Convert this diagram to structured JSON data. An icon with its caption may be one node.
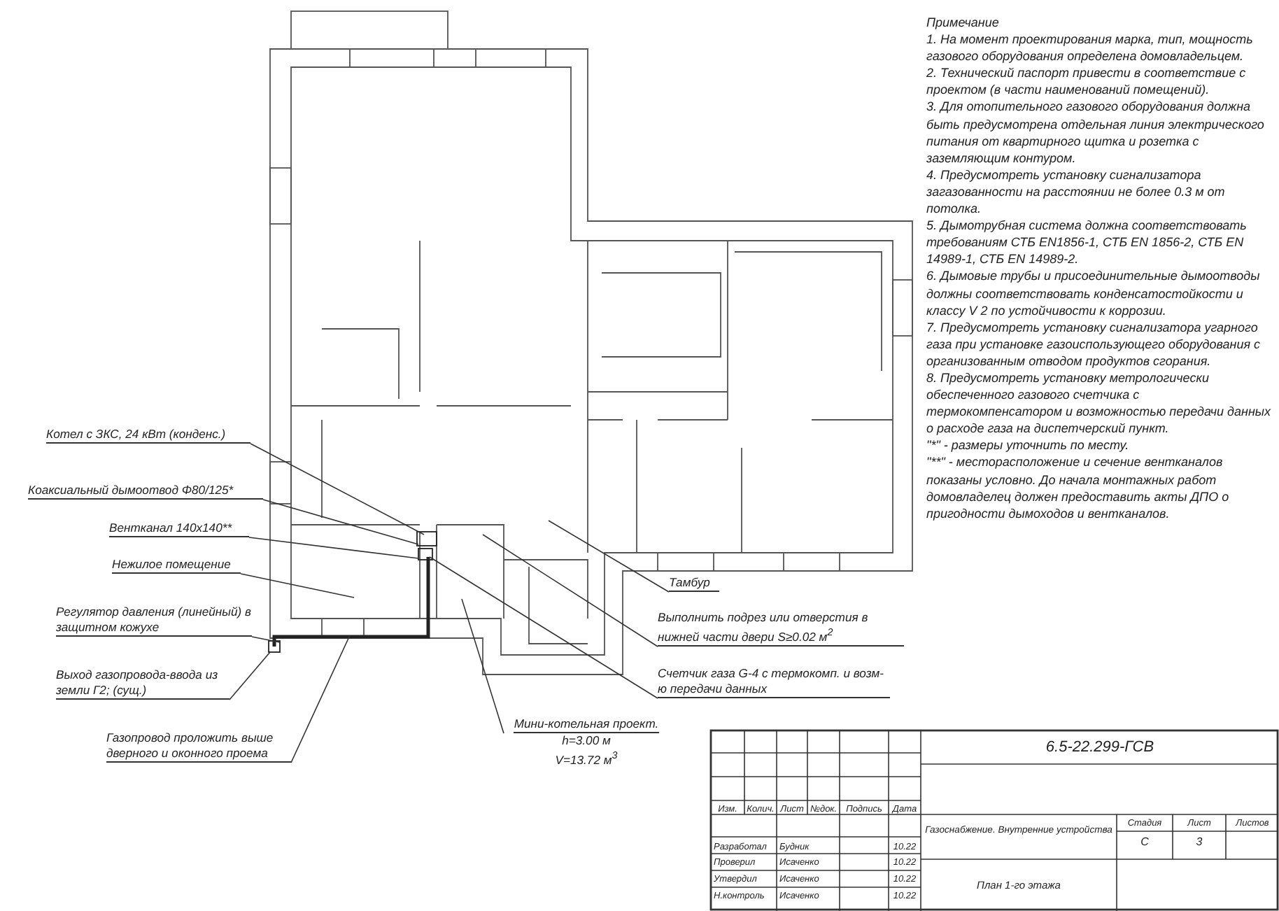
{
  "diagram": {
    "nodes": [
      {
        "text": [
          "Котел с ЗКС, 24 кВт (конденс.)"
        ]
      },
      {
        "text": [
          "Коаксиальный дымоотвод Φ80/125*"
        ]
      },
      {
        "text": [
          "Вентканал 140х140**"
        ]
      },
      {
        "text": [
          "Нежилое помещение"
        ]
      },
      {
        "text": [
          "Регулятор давления (линейный) в защитном кожухе"
        ]
      },
      {
        "text": [
          "Выход газопровода-ввода из земли Г2; (сущ.)"
        ]
      },
      {
        "text": [
          "Газопровод проложить выше дверного и оконного проема"
        ]
      },
      {
        "text": [
          "Тамбур"
        ]
      },
      {
        "text": [
          "Выполнить подрез или отверстия в нижней части двери S≥0.02 м$^{2}$"
        ]
      },
      {
        "text": [
          "Счетчик газа G-4 с термокомп. и возм-ю передачи данных"
        ]
      },
      {
        "text": [
          "Мини-котельная проект.",
          "h=3.00 м",
          "V=13.72 м$^{3}$"
        ]
      }
    ],
    "edges": [
      {
        "from": 0,
        "to": null,
        "arrow": "none"
      },
      {
        "from": 1,
        "to": null,
        "arrow": "none"
      },
      {
        "from": 2,
        "to": null,
        "arrow": "none"
      },
      {
        "from": 3,
        "to": null,
        "arrow": "none"
      },
      {
        "from": 4,
        "to": null,
        "arrow": "none"
      },
      {
        "from": 5,
        "to": null,
        "arrow": "none"
      },
      {
        "from": 6,
        "to": null,
        "arrow": "none"
      },
      {
        "from": 7,
        "to": null,
        "arrow": "none"
      },
      {
        "from": 8,
        "to": null,
        "arrow": "none"
      },
      {
        "from": 9,
        "to": null,
        "arrow": "none"
      },
      {
        "from": 10,
        "to": null,
        "arrow": "none"
      }
    ],
    "labels": [
      "Примечание",
      "1. На момент проектирования марка, тип, мощность газового оборудования определена домовладельцем.",
      "2. Технический паспорт привести в соответствие с проектом (в части наименований помещений).",
      "3. Для отопительного газового оборудования должна быть предусмотрена отдельная линия электрического питания от квартирного щитка и розетка с заземляющим контуром.",
      "4. Предусмотреть установку сигнализатора загазованности на расстоянии не более 0.3 м от потолка.",
      "5. Дымотрубная система должна соответствовать требованиям СТБ EN1856-1, СТБ EN 1856-2, СТБ EN 14989-1, СТБ EN 14989-2.",
      "6. Дымовые трубы и присоединительные дымоотводы должны соответствовать конденсатостойкости и классу V 2 по устойчивости к коррозии.",
      "7. Предусмотреть установку сигнализатора угарного газа при установке газоиспользующего оборудования с организованным отводом продуктов сгорания.",
      "8. Предусмотреть установку метрологически обеспеченного газового счетчика с термокомпенсатором и возможностью передачи данных о расходе газа на диспетчерский пункт.",
      "\"*\" - размеры уточнить по месту.",
      "\"**\" - месторасположение и сечение вентканалов показаны условно. До начала монтажных работ домовладелец должен предоставить акты ДПО о пригодности дымоходов и вентканалов.",
      "6.5-22.299-ГСВ",
      "Изм.",
      "Колич.",
      "Лист",
      "№док.",
      "Подпись",
      "Дата",
      "Газоснабжение. Внутренние устройства",
      "Стадия",
      "Лист",
      "Листов",
      "С",
      "3",
      "Разработал",
      "Будник",
      "10.22",
      "Проверил",
      "Исаченко",
      "10.22",
      "Утвердил",
      "Исаченко",
      "10.22",
      "Н.контроль",
      "Исаченко",
      "10.22",
      "План 1-го этажа"
    ]
  }
}
